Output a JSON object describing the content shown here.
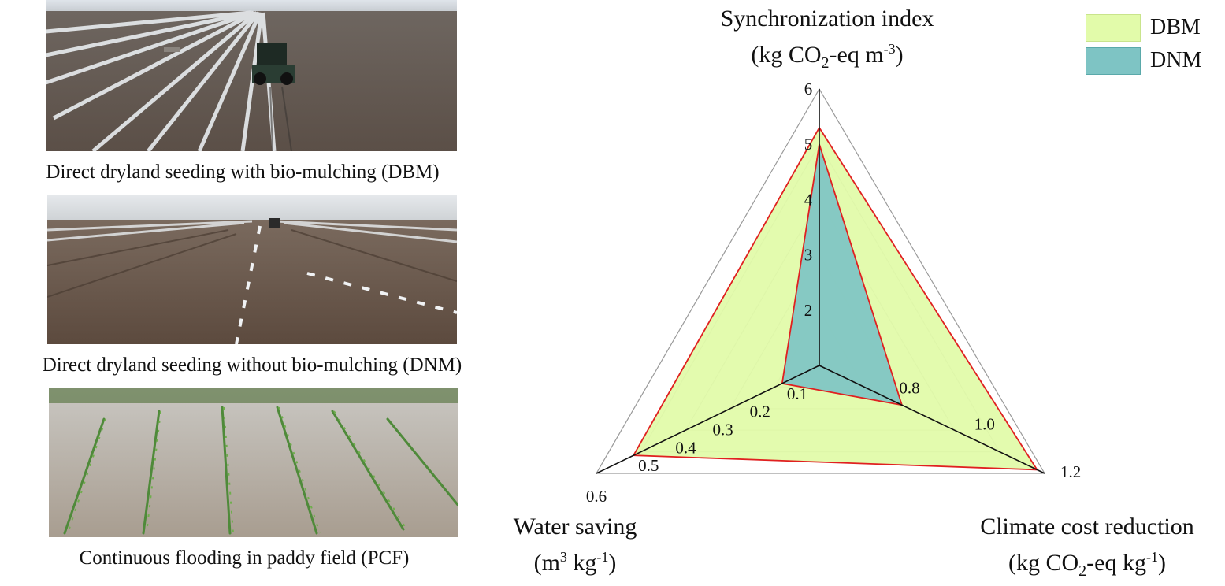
{
  "panels": [
    {
      "caption": "Direct dryland seeding with bio-mulching (DBM)"
    },
    {
      "caption": "Direct dryland seeding without bio-mulching (DNM)"
    },
    {
      "caption": "Continuous flooding in paddy field (PCF)"
    }
  ],
  "chart_data": {
    "type": "radar",
    "axes": [
      {
        "name": "Synchronization index",
        "unit_prefix": "(kg CO",
        "unit_sub": "2",
        "unit_mid": "-eq m",
        "unit_sup": "-3",
        "unit_suffix": ")",
        "min": 1,
        "max": 6,
        "ticks": [
          "2",
          "3",
          "4",
          "5",
          "6"
        ]
      },
      {
        "name": "Climate cost reduction",
        "unit_prefix": "(kg CO",
        "unit_sub": "2",
        "unit_mid": "-eq kg",
        "unit_sup": "-1",
        "unit_suffix": ")",
        "min": 0.6,
        "max": 1.2,
        "ticks": [
          "0.8",
          "1.0",
          "1.2"
        ]
      },
      {
        "name": "Water saving",
        "unit_prefix": "(m",
        "unit_sup1": "3",
        "unit_mid": " kg",
        "unit_sup": "-1",
        "unit_suffix": ")",
        "min": 0,
        "max": 0.6,
        "ticks": [
          "0.1",
          "0.2",
          "0.3",
          "0.4",
          "0.5",
          "0.6"
        ]
      }
    ],
    "series": [
      {
        "name": "DBM",
        "color": "#e2fbaa",
        "values": [
          5.3,
          1.18,
          0.5
        ]
      },
      {
        "name": "DNM",
        "color": "#7ec4c4",
        "values": [
          5.0,
          0.82,
          0.1
        ]
      }
    ],
    "outline_color": "#e02020",
    "grid_levels": 5,
    "legend_position": "top-right"
  }
}
